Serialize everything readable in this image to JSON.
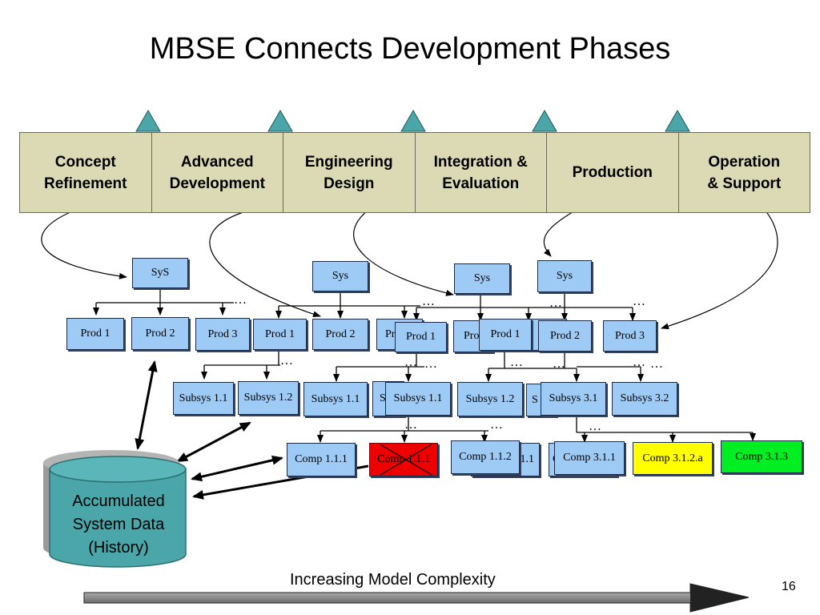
{
  "title": "MBSE Connects Development Phases",
  "phases": [
    "Concept\nRefinement",
    "Advanced\nDevelopment",
    "Engineering\nDesign",
    "Integration &\nEvaluation",
    "Production",
    "Operation\n& Support"
  ],
  "systems": [
    "SyS",
    "Sys",
    "Sys",
    "Sys"
  ],
  "products": [
    "Prod 1",
    "Prod 2",
    "Prod 3",
    "Prod 1",
    "Prod 2",
    "Pr",
    "Prod 1",
    "Pro",
    "Prod 1",
    "Prod 2",
    "Prod 3"
  ],
  "subsystems": [
    "Subsys 1.1",
    "Subsys 1.2",
    "Subsys 1.1",
    "S",
    "Subsys 1.1",
    "Subsys 1.2",
    "S",
    "Subsys 3.1",
    "Subsys 3.2"
  ],
  "components": [
    "Comp 1.1.1",
    "Comp 1.1.1",
    "Comp 1.1.2",
    "1.1",
    "C",
    "Comp 3.1.1",
    "Comp 3.1.2.a",
    "Comp 3.1.3"
  ],
  "ellipsis": "…",
  "database": {
    "label": "Accumulated\nSystem Data\n(History)"
  },
  "footer": {
    "label": "Increasing Model Complexity"
  },
  "page_number": "16",
  "colors": {
    "phase_fill": "#dcdab5",
    "box_fill": "#9ecbf5",
    "milestone": "#4aa6a8",
    "database": "#4aa6a8",
    "obsolete": "#ee0000",
    "new_component": "#ffff00",
    "added_component": "#00ee22"
  }
}
